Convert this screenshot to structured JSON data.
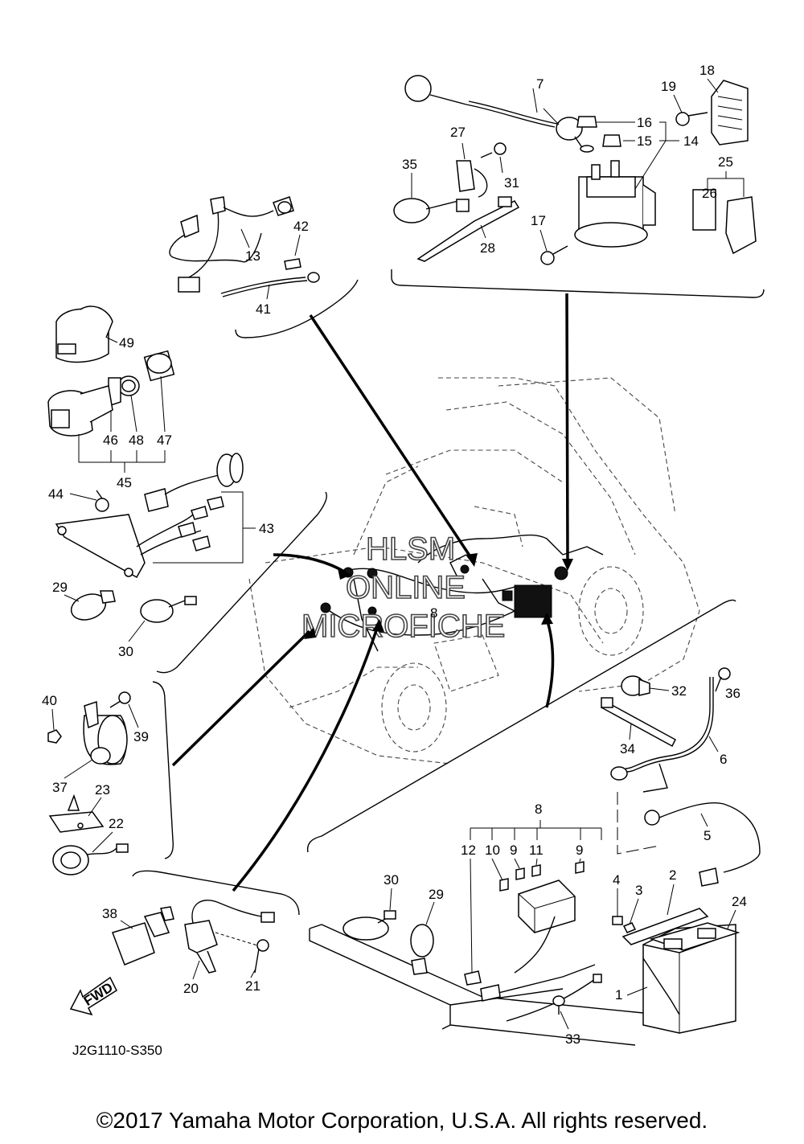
{
  "diagram": {
    "part_numbers": [
      "1",
      "2",
      "3",
      "4",
      "5",
      "6",
      "7",
      "8",
      "9",
      "10",
      "11",
      "12",
      "13",
      "14",
      "15",
      "16",
      "17",
      "18",
      "19",
      "20",
      "21",
      "22",
      "23",
      "24",
      "25",
      "26",
      "27",
      "28",
      "29",
      "30",
      "31",
      "32",
      "33",
      "34",
      "35",
      "36",
      "37",
      "38",
      "39",
      "40",
      "41",
      "42",
      "43",
      "44",
      "45",
      "46",
      "47",
      "48",
      "49"
    ],
    "callouts": {
      "c7": "7",
      "c16": "16",
      "c15": "15",
      "c14": "14",
      "c19": "19",
      "c18": "18",
      "c27": "27",
      "c35": "35",
      "c31": "31",
      "c25": "25",
      "c26": "26",
      "c17": "17",
      "c28": "28",
      "c13": "13",
      "c42": "42",
      "c41": "41",
      "c49": "49",
      "c46": "46",
      "c48": "48",
      "c47": "47",
      "c45": "45",
      "c44": "44",
      "c43": "43",
      "c29a": "29",
      "c30a": "30",
      "c8main": "8",
      "c40": "40",
      "c39": "39",
      "c37": "37",
      "c23": "23",
      "c22": "22",
      "c38": "38",
      "c20": "20",
      "c21": "21",
      "c32": "32",
      "c36": "36",
      "c34": "34",
      "c6": "6",
      "c5": "5",
      "c8b": "8",
      "c12": "12",
      "c10": "10",
      "c9a": "9",
      "c11": "11",
      "c9b": "9",
      "c30b": "30",
      "c29b": "29",
      "c33": "33",
      "c4": "4",
      "c3": "3",
      "c2": "2",
      "c24": "24",
      "c1": "1"
    },
    "fwd_label": "FWD",
    "diagram_code": "J2G1110-S350",
    "watermark": [
      "HLSM",
      "ONLINE",
      "MICROFICHE"
    ]
  },
  "footer": {
    "copyright": "©2017 Yamaha Motor Corporation, U.S.A. All rights reserved."
  }
}
